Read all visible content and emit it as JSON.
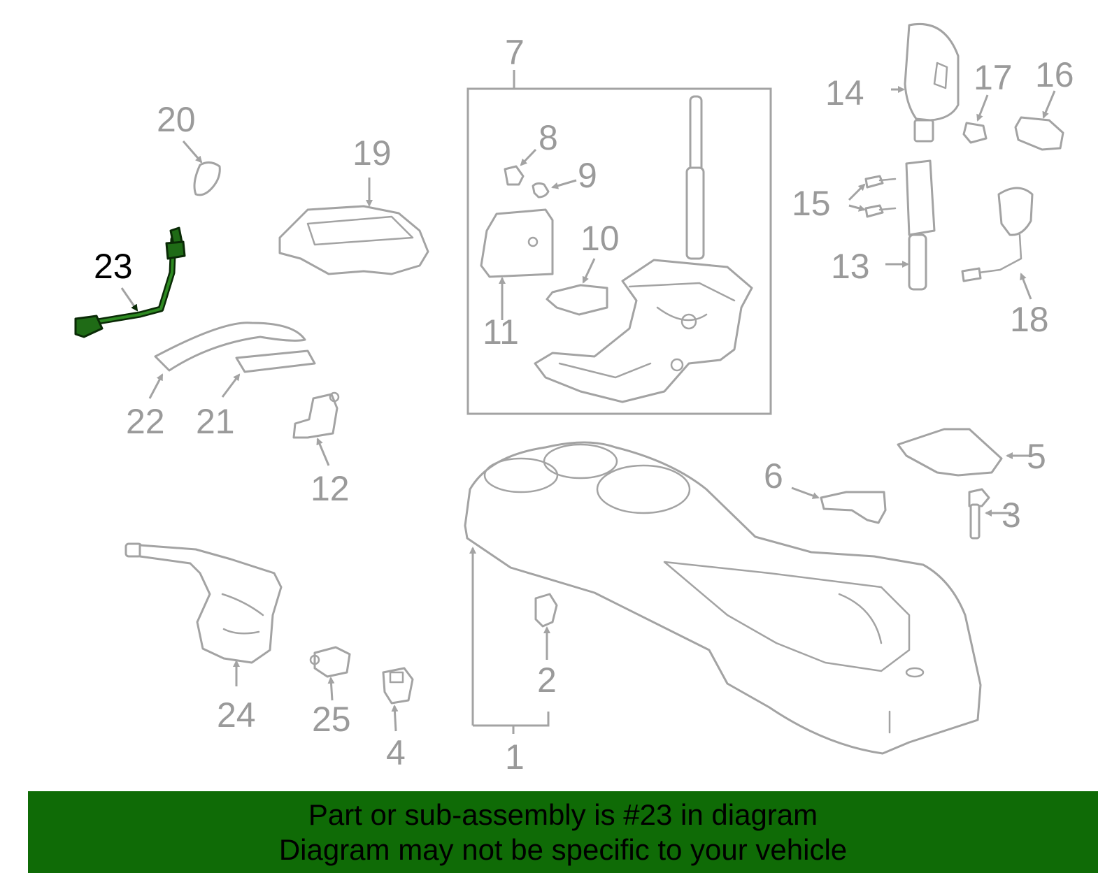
{
  "colors": {
    "banner_bg": "#0f6b06",
    "part_line": "#a3a3a3",
    "callout_text": "#9a9a9a",
    "highlight_part": "#1f6b16",
    "highlight_label": "#000000"
  },
  "highlighted_part": "23",
  "callouts": {
    "c1": "1",
    "c2": "2",
    "c3": "3",
    "c4": "4",
    "c5": "5",
    "c6": "6",
    "c7": "7",
    "c8": "8",
    "c9": "9",
    "c10": "10",
    "c11": "11",
    "c12": "12",
    "c13": "13",
    "c14": "14",
    "c15": "15",
    "c16": "16",
    "c17": "17",
    "c18": "18",
    "c19": "19",
    "c20": "20",
    "c21": "21",
    "c22": "22",
    "c23": "23",
    "c24": "24",
    "c25": "25"
  },
  "banner": {
    "line1": "Part or sub-assembly is #23 in diagram",
    "line2": "Diagram may not be specific to your vehicle"
  }
}
